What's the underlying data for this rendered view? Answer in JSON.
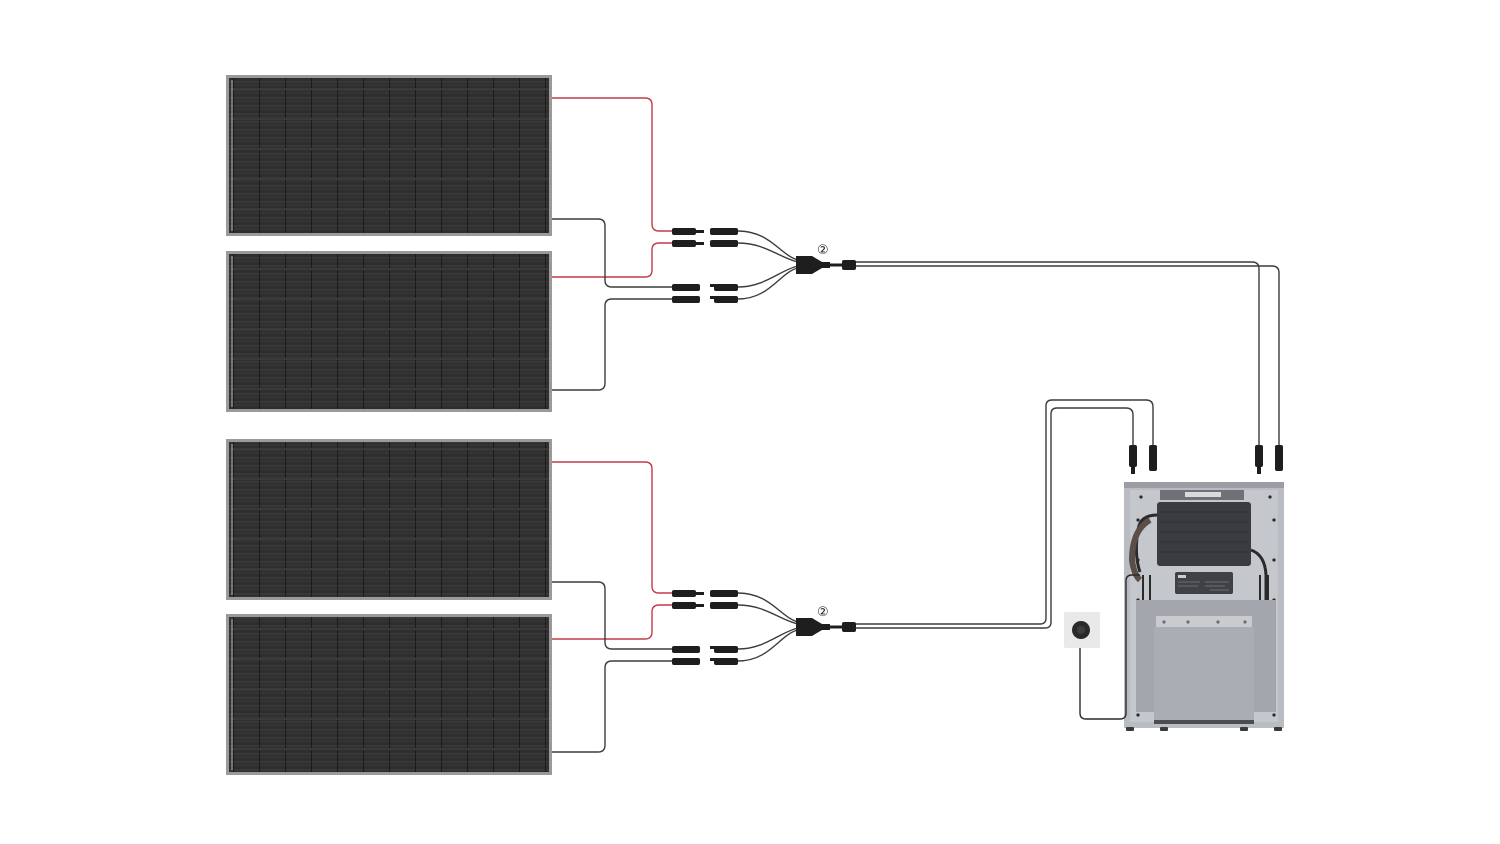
{
  "diagram": {
    "type": "solar-wiring-diagram",
    "colors": {
      "panel": "#2b2b2b",
      "panel_frame": "#9a9a9a",
      "cable_positive": "#c23a4a",
      "cable_negative": "#3c3c3c",
      "connector": "#1e1e1e",
      "enclosure": "#b9bcc2",
      "inverter": "#3a3c40",
      "battery": "#a9adb4",
      "socket": "#e9e9e9"
    },
    "groups": [
      {
        "name": "upper-array",
        "panels": 2,
        "branch_label": "②",
        "connection": "parallel via Y-branch connector"
      },
      {
        "name": "lower-array",
        "panels": 2,
        "branch_label": "②",
        "connection": "parallel via Y-branch connector"
      }
    ],
    "devices": {
      "inverter": "micro-inverter",
      "battery": "battery pack",
      "outlet": "wall socket"
    }
  }
}
